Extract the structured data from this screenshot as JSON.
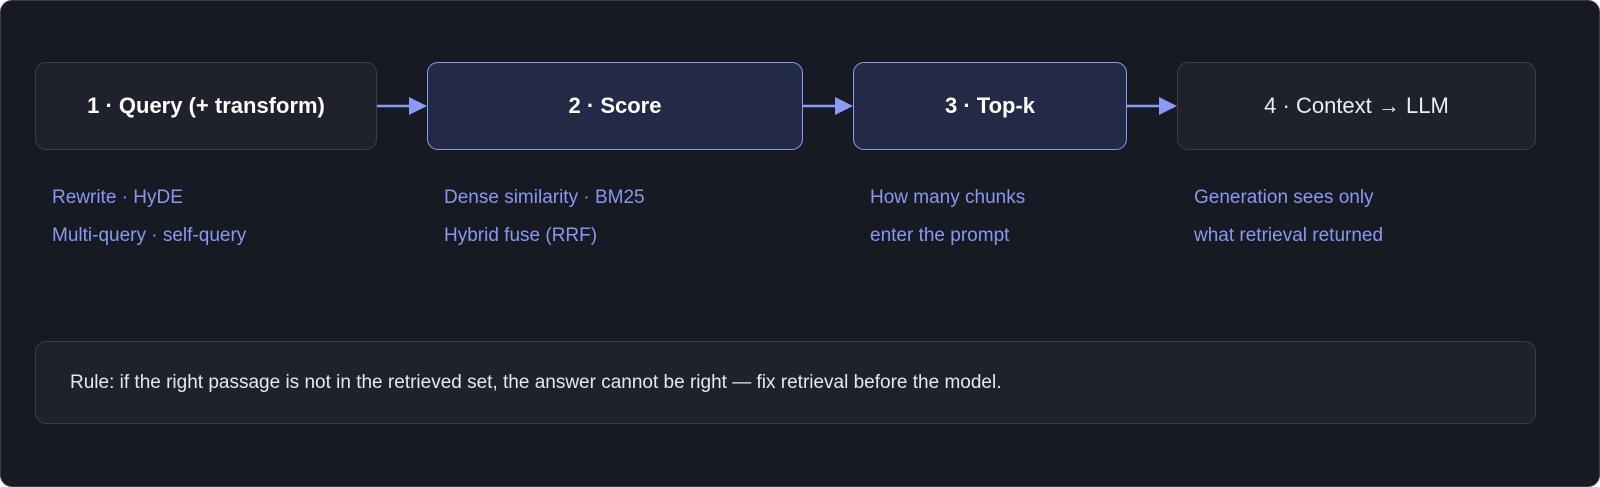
{
  "colors": {
    "background": "#181a23",
    "box_plain": "#1f222c",
    "box_highlight": "#232a46",
    "accent": "#8a9bf7",
    "note_text": "#8898ef"
  },
  "pipeline": {
    "stages": [
      {
        "label": "1 · Query (+ transform)",
        "highlighted": false
      },
      {
        "label": "2 · Score",
        "highlighted": true
      },
      {
        "label": "3 · Top-k",
        "highlighted": true
      },
      {
        "label": "4 · Context → LLM",
        "highlighted": false
      }
    ],
    "notes": [
      {
        "line1": "Rewrite · HyDE",
        "line2": "Multi-query · self-query"
      },
      {
        "line1": "Dense similarity · BM25",
        "line2": "Hybrid fuse (RRF)"
      },
      {
        "line1": "How many chunks",
        "line2": "enter the prompt"
      },
      {
        "line1": "Generation sees only",
        "line2": "what retrieval returned"
      }
    ]
  },
  "rule": {
    "text": "Rule: if the right passage is not in the retrieved set, the answer cannot be right — fix retrieval before the model."
  }
}
